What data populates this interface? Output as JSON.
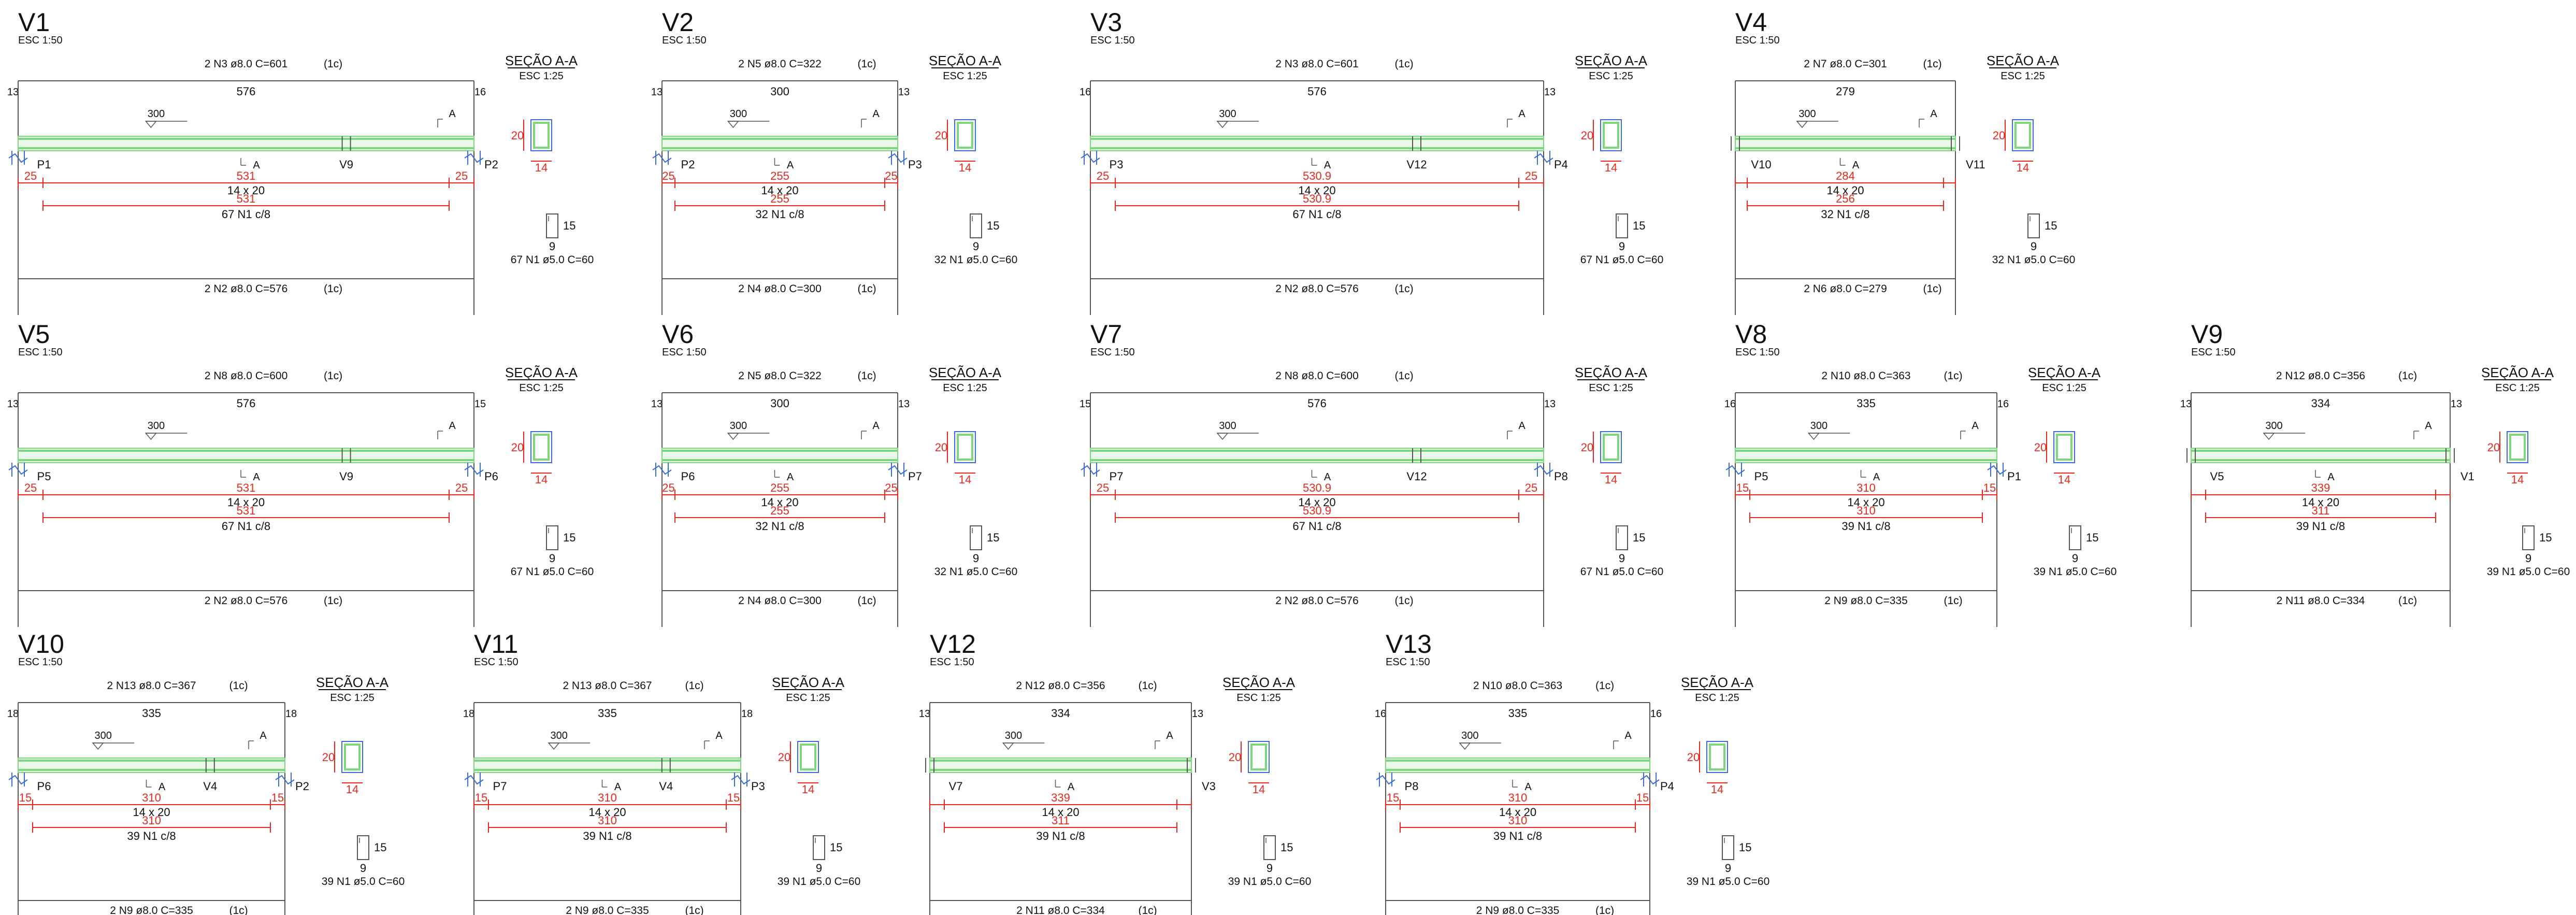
{
  "sheet": {
    "esc_beam": "ESC 1:50",
    "section_title": "SEÇÃO A-A",
    "section_scale": "ESC 1:25",
    "section_height": "20",
    "section_width": "14",
    "stirrup_w": "9",
    "stirrup_h": "15",
    "cover_marker": "300",
    "cut_label": "A",
    "colors": {
      "line": "#555555",
      "red": "#e8281e",
      "green": "#7ed77e",
      "blue": "#3a6bd8",
      "text": "#111111"
    }
  },
  "beams": [
    {
      "id": "V1",
      "top_bar": "2 N3 ø8.0  C=601",
      "top_layer": "(1c)",
      "span": "576",
      "left_anchor": "13",
      "right_anchor": "16",
      "supports": [
        "P1",
        "V9",
        "P2"
      ],
      "section_label": "14 x 20",
      "clear_span": "531",
      "red_support_left": "25",
      "red_support_right": "25",
      "stirrups_span": "531",
      "stirrups_count": "67 N1 c/8",
      "stirrup_spec": "67 N1 ø5.0  C=60",
      "bottom_bar": "2 N2 ø8.0  C=576",
      "bottom_layer": "(1c)"
    },
    {
      "id": "V2",
      "top_bar": "2 N5 ø8.0  C=322",
      "top_layer": "(1c)",
      "span": "300",
      "left_anchor": "13",
      "right_anchor": "13",
      "supports": [
        "P2",
        "P3"
      ],
      "section_label": "14 x 20",
      "clear_span": "255",
      "red_support_left": "25",
      "red_support_right": "25",
      "stirrups_span": "255",
      "stirrups_count": "32 N1 c/8",
      "stirrup_spec": "32 N1 ø5.0  C=60",
      "bottom_bar": "2 N4 ø8.0  C=300",
      "bottom_layer": "(1c)"
    },
    {
      "id": "V3",
      "top_bar": "2 N3 ø8.0  C=601",
      "top_layer": "(1c)",
      "span": "576",
      "left_anchor": "16",
      "right_anchor": "13",
      "supports": [
        "P3",
        "V12",
        "P4"
      ],
      "section_label": "14 x 20",
      "clear_span": "530.9",
      "red_support_left": "25",
      "red_support_right": "25",
      "stirrups_span": "530.9",
      "stirrups_count": "67 N1 c/8",
      "stirrup_spec": "67 N1 ø5.0  C=60",
      "bottom_bar": "2 N2 ø8.0  C=576",
      "bottom_layer": "(1c)"
    },
    {
      "id": "V4",
      "top_bar": "2 N7 ø8.0  C=301",
      "top_layer": "(1c)",
      "span": "279",
      "left_anchor": "",
      "right_anchor": "",
      "supports": [
        "V10",
        "V11"
      ],
      "section_label": "14 x 20",
      "clear_span": "284",
      "red_support_left": "",
      "red_support_right": "",
      "stirrups_span": "256",
      "stirrups_count": "32 N1 c/8",
      "stirrup_spec": "32 N1 ø5.0  C=60",
      "bottom_bar": "2 N6 ø8.0  C=279",
      "bottom_layer": "(1c)"
    },
    {
      "id": "V5",
      "top_bar": "2 N8 ø8.0  C=600",
      "top_layer": "(1c)",
      "span": "576",
      "left_anchor": "13",
      "right_anchor": "15",
      "supports": [
        "P5",
        "V9",
        "P6"
      ],
      "section_label": "14 x 20",
      "clear_span": "531",
      "red_support_left": "25",
      "red_support_right": "25",
      "stirrups_span": "531",
      "stirrups_count": "67 N1 c/8",
      "stirrup_spec": "67 N1 ø5.0  C=60",
      "bottom_bar": "2 N2 ø8.0  C=576",
      "bottom_layer": "(1c)"
    },
    {
      "id": "V6",
      "top_bar": "2 N5 ø8.0  C=322",
      "top_layer": "(1c)",
      "span": "300",
      "left_anchor": "13",
      "right_anchor": "13",
      "supports": [
        "P6",
        "P7"
      ],
      "section_label": "14 x 20",
      "clear_span": "255",
      "red_support_left": "25",
      "red_support_right": "25",
      "stirrups_span": "255",
      "stirrups_count": "32 N1 c/8",
      "stirrup_spec": "32 N1 ø5.0  C=60",
      "bottom_bar": "2 N4 ø8.0  C=300",
      "bottom_layer": "(1c)"
    },
    {
      "id": "V7",
      "top_bar": "2 N8 ø8.0  C=600",
      "top_layer": "(1c)",
      "span": "576",
      "left_anchor": "15",
      "right_anchor": "13",
      "supports": [
        "P7",
        "V12",
        "P8"
      ],
      "section_label": "14 x 20",
      "clear_span": "530.9",
      "red_support_left": "25",
      "red_support_right": "25",
      "stirrups_span": "530.9",
      "stirrups_count": "67 N1 c/8",
      "stirrup_spec": "67 N1 ø5.0  C=60",
      "bottom_bar": "2 N2 ø8.0  C=576",
      "bottom_layer": "(1c)"
    },
    {
      "id": "V8",
      "top_bar": "2 N10 ø8.0  C=363",
      "top_layer": "(1c)",
      "span": "335",
      "left_anchor": "16",
      "right_anchor": "16",
      "supports": [
        "P5",
        "P1"
      ],
      "section_label": "14 x 20",
      "clear_span": "310",
      "red_support_left": "15",
      "red_support_right": "15",
      "stirrups_span": "310",
      "stirrups_count": "39 N1 c/8",
      "stirrup_spec": "39 N1 ø5.0  C=60",
      "bottom_bar": "2 N9 ø8.0  C=335",
      "bottom_layer": "(1c)"
    },
    {
      "id": "V9",
      "top_bar": "2 N12 ø8.0  C=356",
      "top_layer": "(1c)",
      "span": "334",
      "left_anchor": "13",
      "right_anchor": "13",
      "supports": [
        "V5",
        "V1"
      ],
      "section_label": "14 x 20",
      "clear_span": "339",
      "red_support_left": "",
      "red_support_right": "",
      "stirrups_span": "311",
      "stirrups_count": "39 N1 c/8",
      "stirrup_spec": "39 N1 ø5.0  C=60",
      "bottom_bar": "2 N11 ø8.0  C=334",
      "bottom_layer": "(1c)"
    },
    {
      "id": "V10",
      "top_bar": "2 N13 ø8.0  C=367",
      "top_layer": "(1c)",
      "span": "335",
      "left_anchor": "18",
      "right_anchor": "18",
      "supports": [
        "P6",
        "V4",
        "P2"
      ],
      "section_label": "14 x 20",
      "clear_span": "310",
      "red_support_left": "15",
      "red_support_right": "15",
      "stirrups_span": "310",
      "stirrups_count": "39 N1 c/8",
      "stirrup_spec": "39 N1 ø5.0  C=60",
      "bottom_bar": "2 N9 ø8.0  C=335",
      "bottom_layer": "(1c)"
    },
    {
      "id": "V11",
      "top_bar": "2 N13 ø8.0  C=367",
      "top_layer": "(1c)",
      "span": "335",
      "left_anchor": "18",
      "right_anchor": "18",
      "supports": [
        "P7",
        "V4",
        "P3"
      ],
      "section_label": "14 x 20",
      "clear_span": "310",
      "red_support_left": "15",
      "red_support_right": "15",
      "stirrups_span": "310",
      "stirrups_count": "39 N1 c/8",
      "stirrup_spec": "39 N1 ø5.0  C=60",
      "bottom_bar": "2 N9 ø8.0  C=335",
      "bottom_layer": "(1c)"
    },
    {
      "id": "V12",
      "top_bar": "2 N12 ø8.0  C=356",
      "top_layer": "(1c)",
      "span": "334",
      "left_anchor": "13",
      "right_anchor": "13",
      "supports": [
        "V7",
        "V3"
      ],
      "section_label": "14 x 20",
      "clear_span": "339",
      "red_support_left": "",
      "red_support_right": "",
      "stirrups_span": "311",
      "stirrups_count": "39 N1 c/8",
      "stirrup_spec": "39 N1 ø5.0  C=60",
      "bottom_bar": "2 N11 ø8.0  C=334",
      "bottom_layer": "(1c)"
    },
    {
      "id": "V13",
      "top_bar": "2 N10 ø8.0  C=363",
      "top_layer": "(1c)",
      "span": "335",
      "left_anchor": "16",
      "right_anchor": "16",
      "supports": [
        "P8",
        "P4"
      ],
      "section_label": "14 x 20",
      "clear_span": "310",
      "red_support_left": "15",
      "red_support_right": "15",
      "stirrups_span": "310",
      "stirrups_count": "39 N1 c/8",
      "stirrup_spec": "39 N1 ø5.0  C=60",
      "bottom_bar": "2 N9 ø8.0  C=335",
      "bottom_layer": "(1c)"
    }
  ]
}
